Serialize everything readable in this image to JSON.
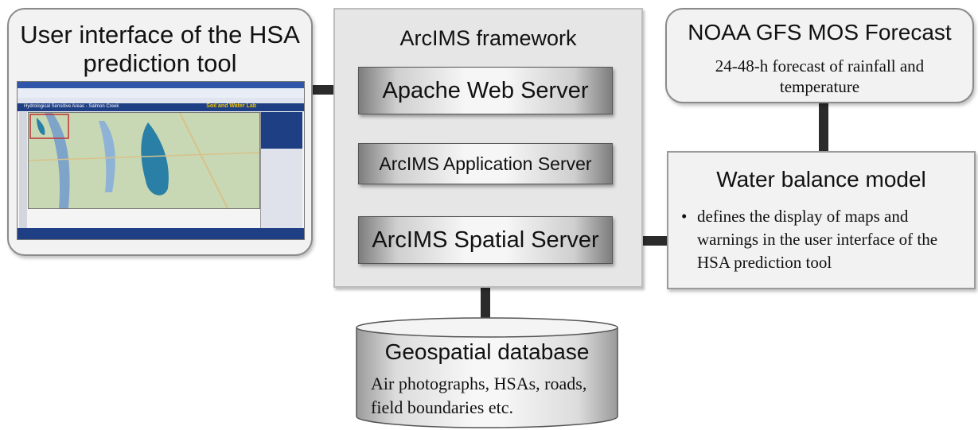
{
  "ui_box": {
    "title": "User interface of the HSA prediction tool",
    "screenshot": {
      "app_title": "Hydrological Sensitive Areas - Salmon Creek",
      "brand": "Soil and Water Lab"
    }
  },
  "arcims": {
    "title": "ArcIMS framework",
    "web_server": "Apache Web Server",
    "app_server": "ArcIMS Application Server",
    "spatial_server": "ArcIMS Spatial Server"
  },
  "noaa": {
    "title": "NOAA GFS MOS Forecast",
    "subtitle": "24-48-h forecast of rainfall and temperature"
  },
  "water_balance": {
    "title": "Water balance model",
    "bullet": "defines the display of maps and warnings in the user interface of the HSA prediction tool"
  },
  "database": {
    "title": "Geospatial database",
    "description": "Air photographs, HSAs, roads, field boundaries etc."
  },
  "colors": {
    "watershed": "#2a7fa6",
    "water": "#7fa4c9",
    "map_land": "#c9d8b4",
    "line": "#2b2b2b",
    "panel": "#e6e6e6"
  }
}
